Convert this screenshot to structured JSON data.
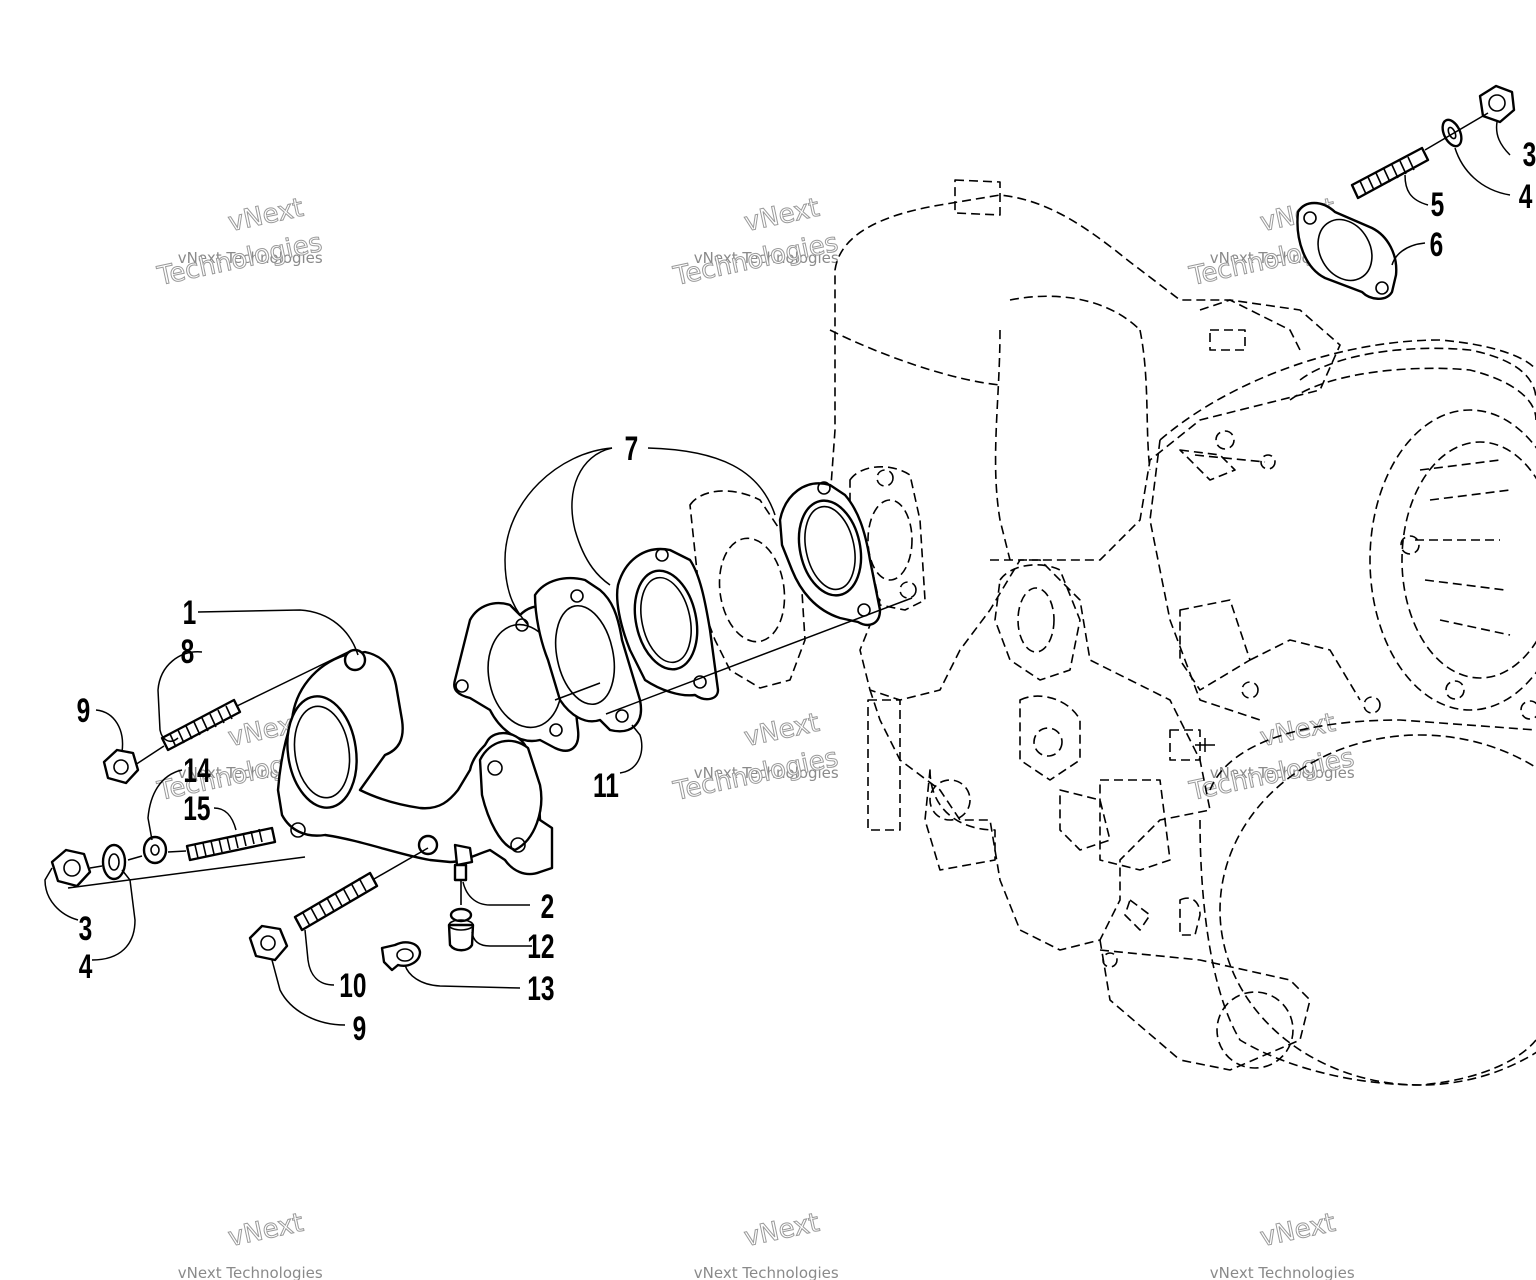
{
  "watermark": {
    "line1": "vNext",
    "line2": "vNext Technologies",
    "line3": "Technologies"
  },
  "callouts": {
    "n1": "1",
    "n2": "2",
    "n3a": "3",
    "n3b": "3",
    "n4a": "4",
    "n4b": "4",
    "n5": "5",
    "n6": "6",
    "n7": "7",
    "n8": "8",
    "n9a": "9",
    "n9b": "9",
    "n10": "10",
    "n11": "11",
    "n12": "12",
    "n13": "13",
    "n14": "14",
    "n15": "15"
  }
}
